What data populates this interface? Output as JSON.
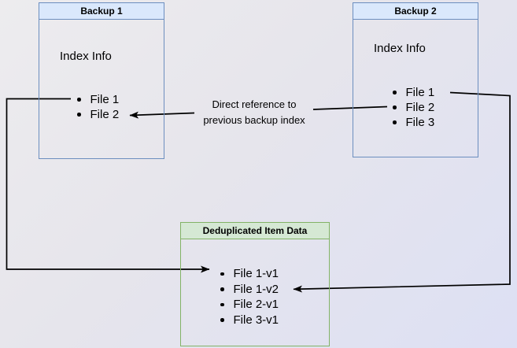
{
  "colors": {
    "blue_fill": "#dae8fc",
    "blue_border": "#6c8ebf",
    "green_fill": "#d5e8d4",
    "green_border": "#82b366",
    "arrow": "#000000",
    "bg_start": "#edecee",
    "bg_end": "#dde0f4"
  },
  "nodes": {
    "backup1": {
      "title": "Backup 1",
      "subtitle": "Index Info",
      "files": [
        "File 1",
        "File 2"
      ]
    },
    "backup2": {
      "title": "Backup 2",
      "subtitle": "Index Info",
      "files": [
        "File 1",
        "File 2",
        "File 3"
      ]
    },
    "dedup": {
      "title": "Deduplicated Item Data",
      "files": [
        "File 1-v1",
        "File 1-v2",
        "File 2-v1",
        "File 3-v1"
      ]
    }
  },
  "edge_label": {
    "line1": "Direct reference to",
    "line2": "previous backup index"
  }
}
